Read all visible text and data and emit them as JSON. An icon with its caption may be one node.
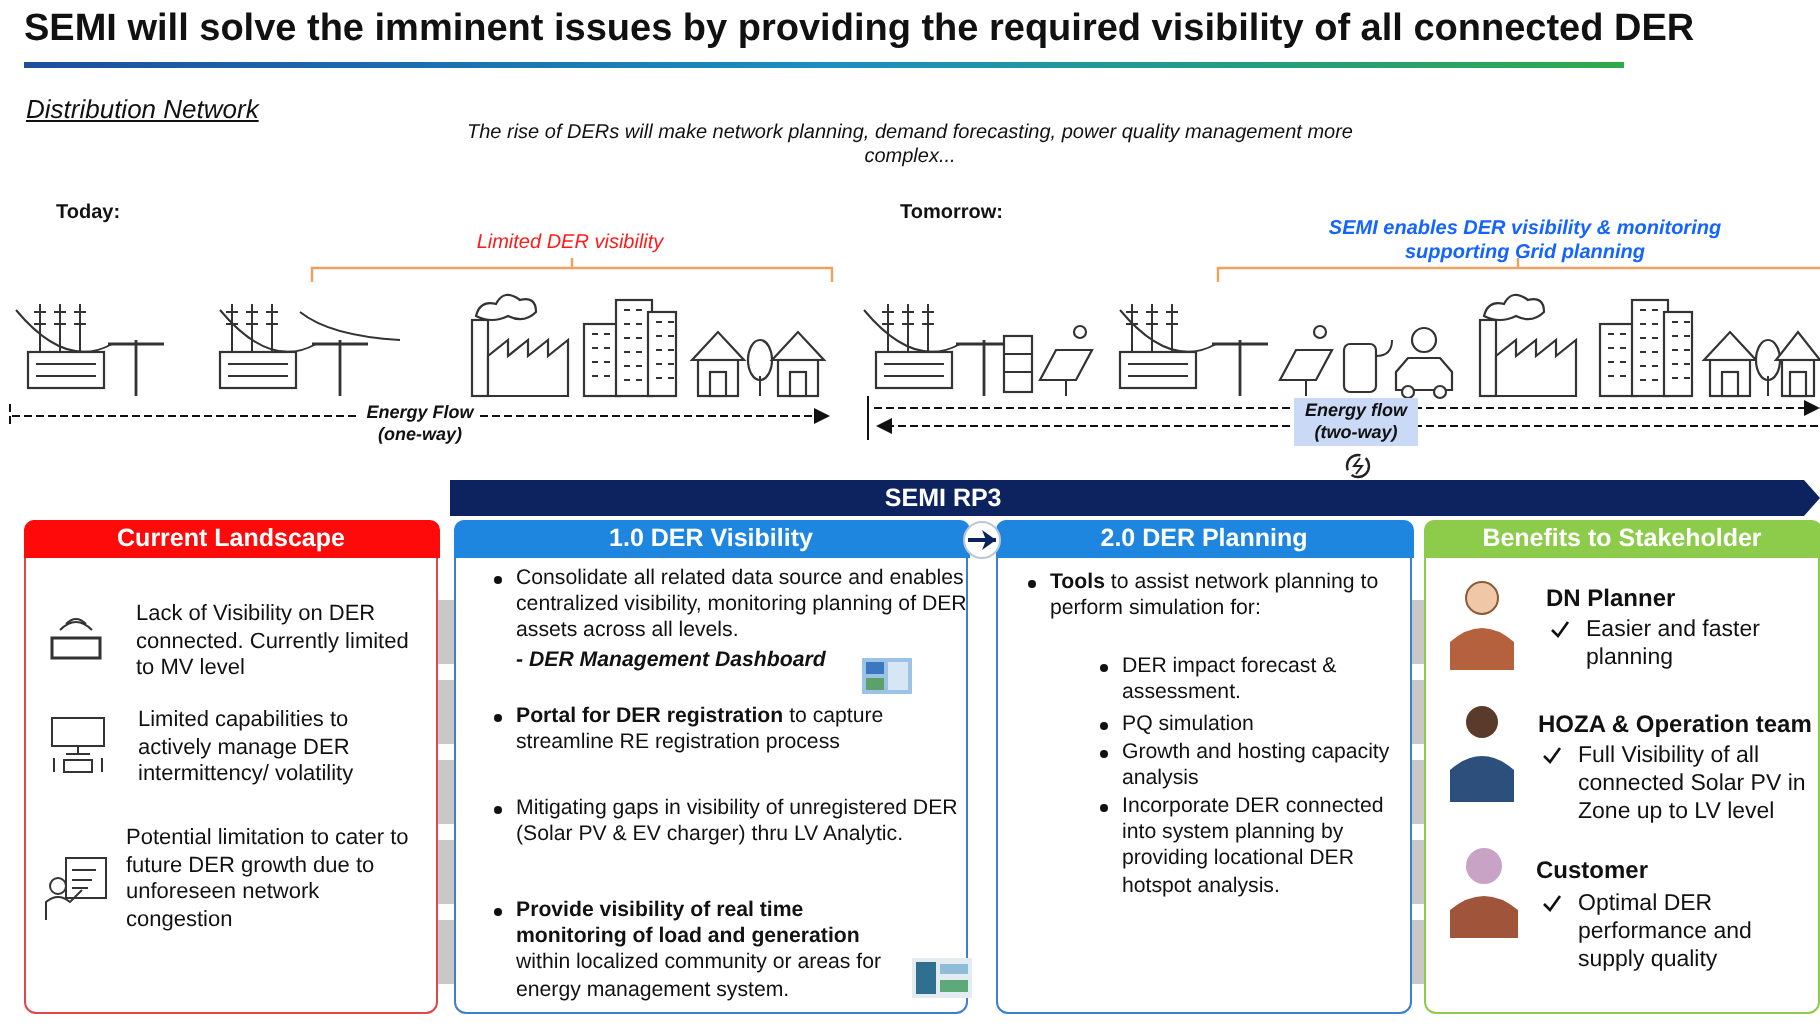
{
  "diagram": {
    "title": "SEMI will solve the imminent issues by providing the required visibility of all connected DER",
    "nodes": [
      {
        "text": [
          "SEMI RP3"
        ]
      },
      {
        "text": [
          "Current Landscape",
          "Lack of Visibility on DER connected. Currently limited to MV level",
          "Limited capabilities to actively manage DER intermittency/ volatility",
          "Potential limitation to cater to future DER growth due to unforeseen network congestion"
        ]
      },
      {
        "text": [
          "1.0 DER Visibility",
          "Consolidate all related data source and enables centralized visibility, monitoring planning of DER assets across all levels.",
          "- DER Management Dashboard",
          "**Portal for DER registration** to capture streamline RE registration process",
          "Mitigating gaps in visibility of unregistered DER (Solar PV & EV charger) thru LV Analytic.",
          "**Provide visibility of real time monitoring of load and generation** within localized community or areas for energy management system."
        ]
      },
      {
        "text": [
          "2.0 DER Planning",
          "**Tools** to assist network planning to perform simulation for:",
          "DER impact forecast & assessment.",
          "PQ simulation",
          "Growth and hosting capacity analysis",
          "Incorporate DER connected into system planning by providing locational DER hotspot analysis."
        ]
      },
      {
        "text": [
          "Benefits to Stakeholder",
          "DN Planner",
          "Easier and faster planning",
          "HOZA & Operation team",
          "Full Visibility of all connected Solar PV in Zone up to LV level",
          "Customer",
          "Optimal DER performance and supply quality"
        ]
      }
    ],
    "edges": [
      {
        "from": 2,
        "to": 3,
        "arrow": "to"
      }
    ],
    "labels": [
      "Distribution Network",
      "The rise of DERs will make network planning, demand forecasting, power quality management more complex...",
      "Today:",
      "Limited DER visibility",
      "Tomorrow:",
      "SEMI enables DER visibility & monitoring supporting Grid planning",
      "Energy Flow (one-way)",
      "Energy flow (two-way)"
    ]
  }
}
